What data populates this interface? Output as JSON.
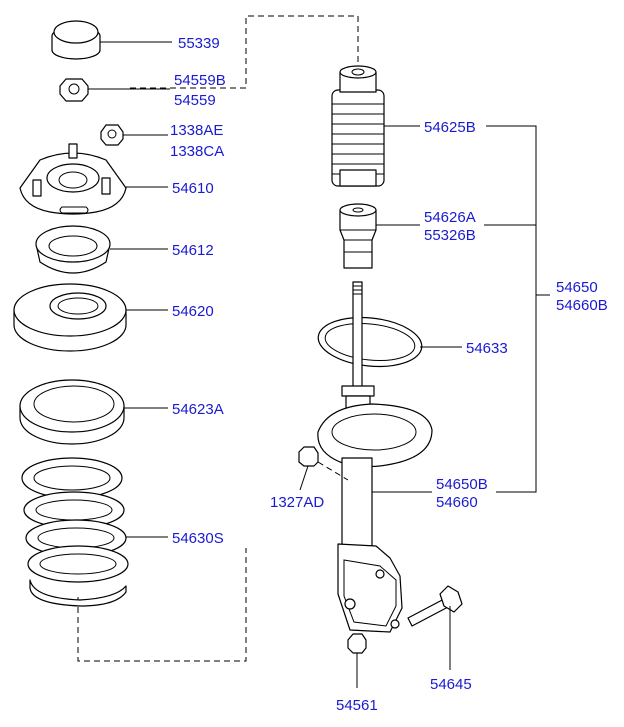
{
  "labels": {
    "p55339": "55339",
    "p54559b": "54559B",
    "p54559": "54559",
    "p1338ae": "1338AE",
    "p1338ca": "1338CA",
    "p54610": "54610",
    "p54612": "54612",
    "p54620": "54620",
    "p54623a": "54623A",
    "p54630s": "54630S",
    "p54625b": "54625B",
    "p54626a": "54626A",
    "p55326b": "55326B",
    "p54650": "54650",
    "p54660b": "54660B",
    "p54633": "54633",
    "p1327ad": "1327AD",
    "p54650b": "54650B",
    "p54660": "54660",
    "p54561": "54561",
    "p54645": "54645"
  },
  "colors": {
    "label": "#1a1ad0",
    "line": "#000000",
    "background": "#ffffff"
  }
}
